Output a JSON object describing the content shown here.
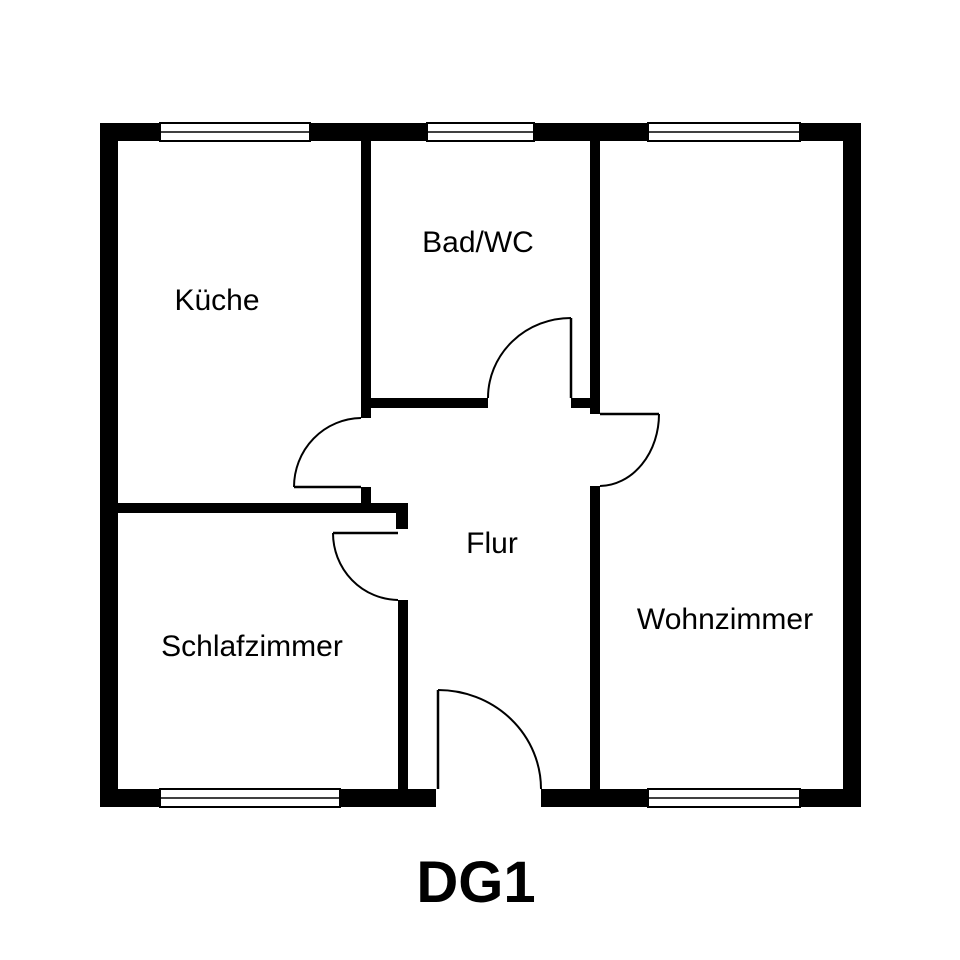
{
  "plan": {
    "rooms": [
      {
        "key": "kueche",
        "label": "Küche"
      },
      {
        "key": "bad",
        "label": "Bad/WC"
      },
      {
        "key": "flur",
        "label": "Flur"
      },
      {
        "key": "schlafzimmer",
        "label": "Schlafzimmer"
      },
      {
        "key": "wohnzimmer",
        "label": "Wohnzimmer"
      }
    ],
    "floor_label": "DG1",
    "colors": {
      "wall": "#000000",
      "background": "#ffffff"
    }
  }
}
